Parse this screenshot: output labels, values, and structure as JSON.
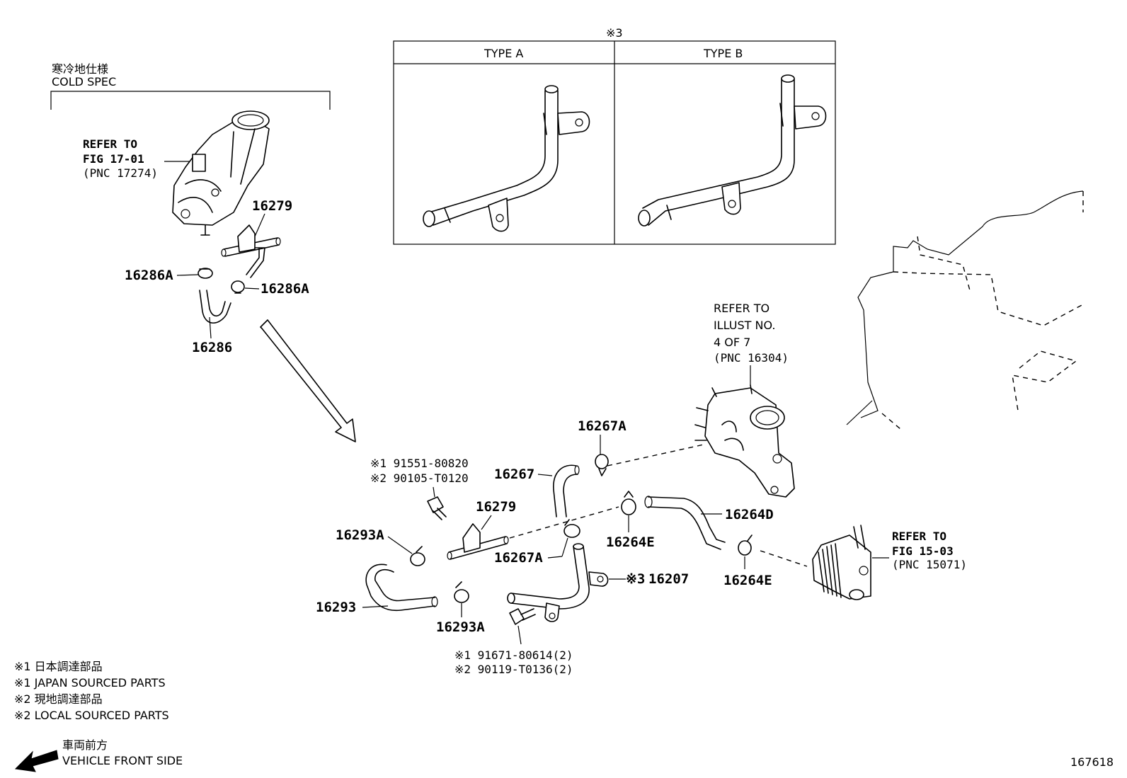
{
  "figure_number": "167618",
  "cold_spec": {
    "title_jp": "寒冷地仕様",
    "title_en": "COLD SPEC",
    "refer": [
      "REFER TO",
      "FIG 17-01",
      "(PNC 17274)"
    ]
  },
  "type_box": {
    "mark": "※3",
    "col_a": "TYPE A",
    "col_b": "TYPE B"
  },
  "refer_thermostat": [
    "REFER TO",
    "ILLUST NO.",
    "4 OF 7",
    "(PNC 16304)"
  ],
  "refer_oil_cooler": [
    "REFER TO",
    "FIG 15-03",
    "(PNC 15071)"
  ],
  "part_labels": {
    "p16279_top": "16279",
    "p16286A_left": "16286A",
    "p16286A_right": "16286A",
    "p16286": "16286",
    "p16267A_top": "16267A",
    "p16267": "16267",
    "p16279_mid": "16279",
    "p16264D": "16264D",
    "p16293A_top": "16293A",
    "p16264E_mid": "16264E",
    "p16267A_mid": "16267A",
    "p16207": "16207",
    "p16207_mark": "※3",
    "p16264E_right": "16264E",
    "p16293": "16293",
    "p16293A_bottom": "16293A"
  },
  "bolt_top": [
    "※1 91551-80820",
    "※2 90105-T0120"
  ],
  "bolt_bottom": [
    "※1  91671-80614(2)",
    "※2  90119-T0136(2)"
  ],
  "legend": [
    "※1 日本調達部品",
    "※1 JAPAN SOURCED PARTS",
    "※2 現地調達部品",
    "※2 LOCAL SOURCED PARTS"
  ],
  "front": {
    "jp": "車両前方",
    "en": "VEHICLE FRONT SIDE"
  }
}
